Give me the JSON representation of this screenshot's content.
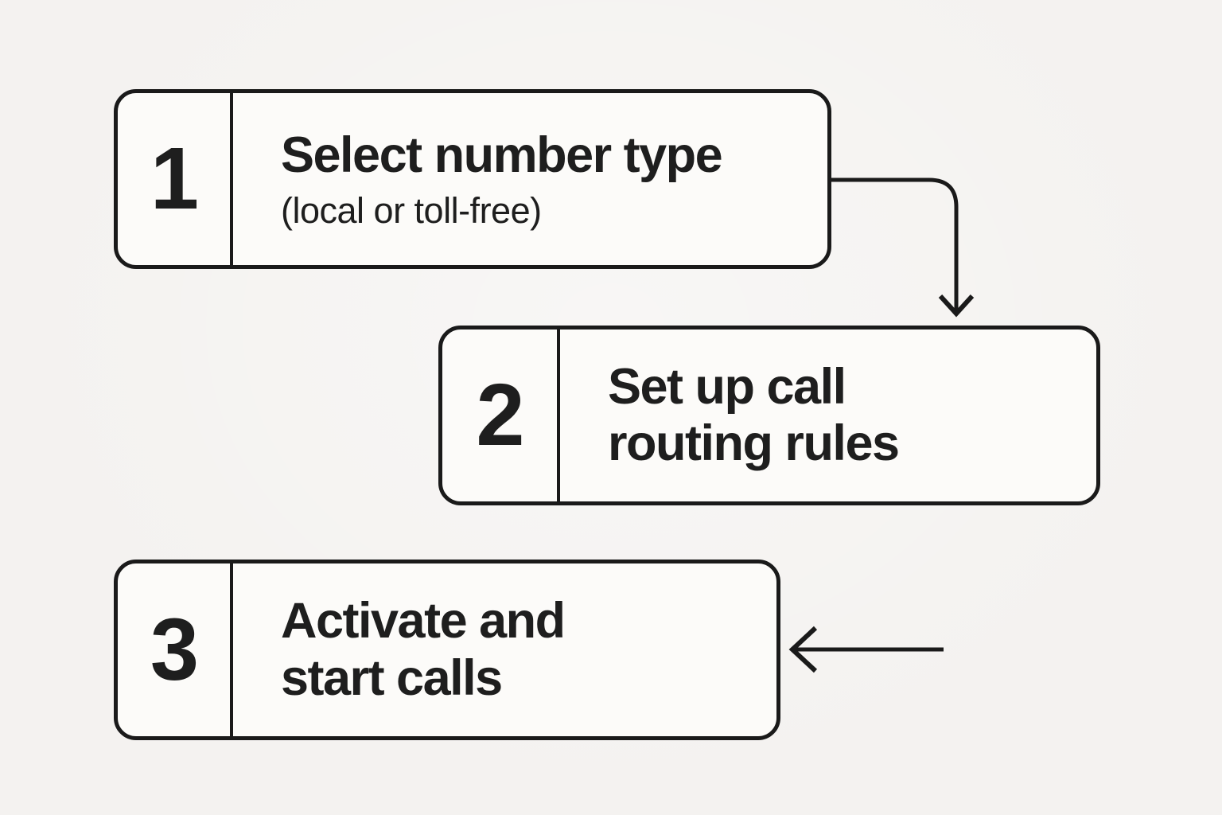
{
  "diagram": {
    "steps": [
      {
        "number": "1",
        "title_lines": [
          "Select number type"
        ],
        "subtitle": "(local or toll-free)"
      },
      {
        "number": "2",
        "title_lines": [
          "Set up call",
          "routing rules"
        ]
      },
      {
        "number": "3",
        "title_lines": [
          "Activate and",
          "start calls"
        ]
      }
    ],
    "arrows": [
      {
        "name": "connector-step1-to-step2",
        "direction": "down"
      },
      {
        "name": "arrow-into-step3",
        "direction": "left"
      }
    ],
    "colors": {
      "background": "#f4f2f0",
      "box_fill": "#fcfbf9",
      "line": "#1a1a1a",
      "text": "#1e1e1e"
    }
  }
}
